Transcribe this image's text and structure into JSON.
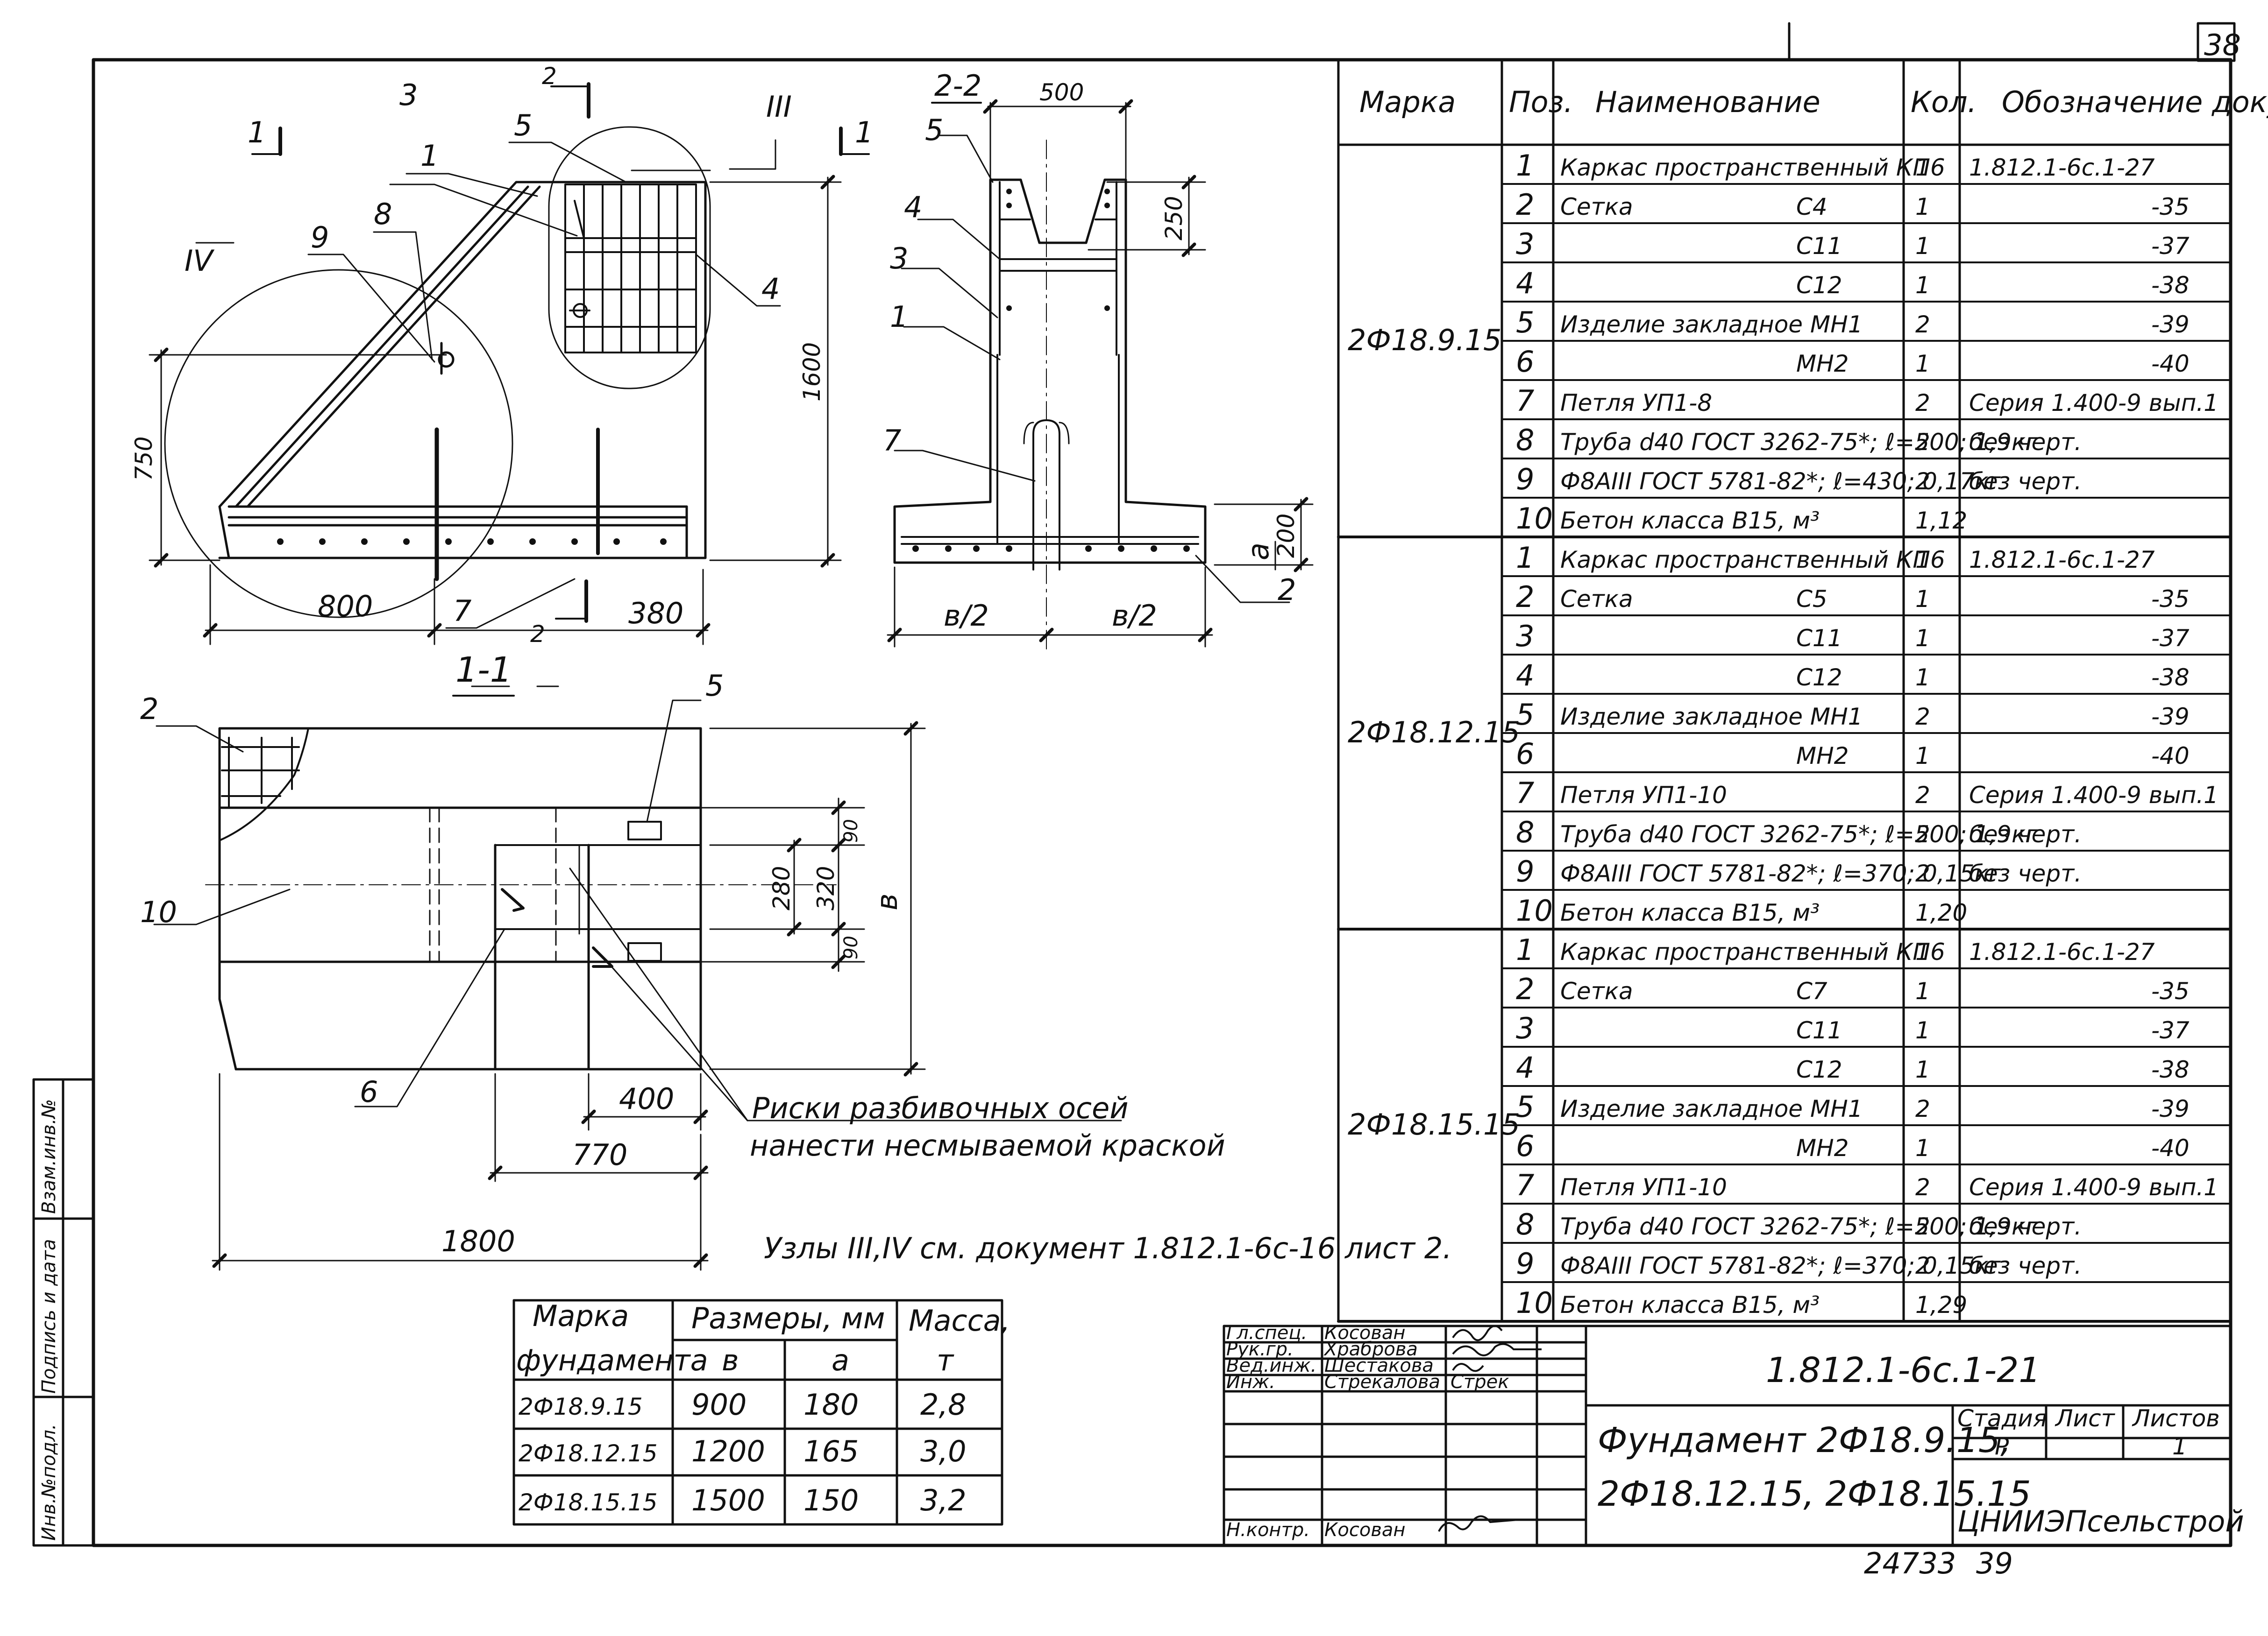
{
  "sheet_number": "38",
  "drawing_page": {
    "archive_no": "24733",
    "page": "39"
  },
  "side_stamp": [
    "Инв.№подл.",
    "Подпись и дата",
    "Взам.инв.№"
  ],
  "views": {
    "section_1_1": {
      "title": "1-1",
      "cut_labels": [
        "1",
        "1"
      ],
      "cut2_labels": [
        "2",
        "2"
      ],
      "node_labels": [
        "III",
        "IV"
      ],
      "positions": [
        "3",
        "5",
        "1",
        "9",
        "8",
        "4",
        "7"
      ],
      "dims": {
        "height": "1600",
        "sub_height": "750",
        "left_width": "800",
        "right_width": "380"
      }
    },
    "section_2_2": {
      "title": "2-2",
      "positions": [
        "5",
        "4",
        "3",
        "1",
        "7",
        "2"
      ],
      "dims": {
        "top_width": "500",
        "top_height": "250",
        "base_height": "200",
        "base_a": "a",
        "half_left": "в/2",
        "half_right": "в/2"
      }
    },
    "plan": {
      "positions": [
        "2",
        "5",
        "10",
        "6"
      ],
      "dims": {
        "top": "90",
        "mid": "280",
        "mid_total": "320",
        "bottom": "90",
        "width_b": "в",
        "d400": "400",
        "d770": "770",
        "d1800": "1800"
      },
      "note_lines": [
        "Риски разбивочных осей",
        "нанести несмываемой краской"
      ]
    },
    "nodes_note": "Узлы III,IV см. документ 1.812.1-6с-16 лист 2."
  },
  "spec_table": {
    "headers": [
      "Марка",
      "Поз.",
      "Наименование",
      "Кол.",
      "Обозначение документа"
    ],
    "groups": [
      {
        "mark": "2Ф18.9.15",
        "rows": [
          {
            "pos": "1",
            "name": "Каркас пространственный КП6",
            "qty": "1",
            "doc": "1.812.1-6с.1-27"
          },
          {
            "pos": "2",
            "name": "Сетка",
            "sub": "С4",
            "qty": "1",
            "doc": "-35"
          },
          {
            "pos": "3",
            "name": "",
            "sub": "С11",
            "qty": "1",
            "doc": "-37"
          },
          {
            "pos": "4",
            "name": "",
            "sub": "С12",
            "qty": "1",
            "doc": "-38"
          },
          {
            "pos": "5",
            "name": "Изделие закладное МН1",
            "qty": "2",
            "doc": "-39"
          },
          {
            "pos": "6",
            "name": "",
            "sub": "МН2",
            "qty": "1",
            "doc": "-40"
          },
          {
            "pos": "7",
            "name": "Петля УП1-8",
            "qty": "2",
            "doc": "Серия 1.400-9 вып.1"
          },
          {
            "pos": "8",
            "name": "Труба d40 ГОСТ 3262-75*; ℓ=500; 1,9кг",
            "qty": "2",
            "doc": "без черт."
          },
          {
            "pos": "9",
            "name": "Ф8АIII ГОСТ 5781-82*; ℓ=430; 0,17кг",
            "qty": "2",
            "doc": "без черт."
          },
          {
            "pos": "10",
            "name": "Бетон класса В15, м³",
            "qty": "1,12",
            "doc": ""
          }
        ]
      },
      {
        "mark": "2Ф18.12.15",
        "rows": [
          {
            "pos": "1",
            "name": "Каркас пространственный КП6",
            "qty": "1",
            "doc": "1.812.1-6с.1-27"
          },
          {
            "pos": "2",
            "name": "Сетка",
            "sub": "С5",
            "qty": "1",
            "doc": "-35"
          },
          {
            "pos": "3",
            "name": "",
            "sub": "С11",
            "qty": "1",
            "doc": "-37"
          },
          {
            "pos": "4",
            "name": "",
            "sub": "С12",
            "qty": "1",
            "doc": "-38"
          },
          {
            "pos": "5",
            "name": "Изделие закладное МН1",
            "qty": "2",
            "doc": "-39"
          },
          {
            "pos": "6",
            "name": "",
            "sub": "МН2",
            "qty": "1",
            "doc": "-40"
          },
          {
            "pos": "7",
            "name": "Петля УП1-10",
            "qty": "2",
            "doc": "Серия 1.400-9 вып.1"
          },
          {
            "pos": "8",
            "name": "Труба d40 ГОСТ 3262-75*; ℓ=500; 1,9кг",
            "qty": "2",
            "doc": "без черт."
          },
          {
            "pos": "9",
            "name": "Ф8АIII ГОСТ 5781-82*; ℓ=370; 0,15кг",
            "qty": "2",
            "doc": "без черт."
          },
          {
            "pos": "10",
            "name": "Бетон класса В15, м³",
            "qty": "1,20",
            "doc": ""
          }
        ]
      },
      {
        "mark": "2Ф18.15.15",
        "rows": [
          {
            "pos": "1",
            "name": "Каркас пространственный КП6",
            "qty": "1",
            "doc": "1.812.1-6с.1-27"
          },
          {
            "pos": "2",
            "name": "Сетка",
            "sub": "С7",
            "qty": "1",
            "doc": "-35"
          },
          {
            "pos": "3",
            "name": "",
            "sub": "С11",
            "qty": "1",
            "doc": "-37"
          },
          {
            "pos": "4",
            "name": "",
            "sub": "С12",
            "qty": "1",
            "doc": "-38"
          },
          {
            "pos": "5",
            "name": "Изделие закладное МН1",
            "qty": "2",
            "doc": "-39"
          },
          {
            "pos": "6",
            "name": "",
            "sub": "МН2",
            "qty": "1",
            "doc": "-40"
          },
          {
            "pos": "7",
            "name": "Петля УП1-10",
            "qty": "2",
            "doc": "Серия 1.400-9 вып.1"
          },
          {
            "pos": "8",
            "name": "Труба d40 ГОСТ 3262-75*; ℓ=500; 1,9кг",
            "qty": "2",
            "doc": "без черт."
          },
          {
            "pos": "9",
            "name": "Ф8АIII ГОСТ 5781-82*; ℓ=370; 0,15кг",
            "qty": "2",
            "doc": "без черт."
          },
          {
            "pos": "10",
            "name": "Бетон класса В15, м³",
            "qty": "1,29",
            "doc": ""
          }
        ]
      }
    ]
  },
  "size_table": {
    "headers": {
      "mark": "Марка фундамента",
      "sizes": "Размеры, мм",
      "b": "в",
      "a": "a",
      "mass": "Масса, т"
    },
    "rows": [
      {
        "mark": "2Ф18.9.15",
        "b": "900",
        "a": "180",
        "mass": "2,8"
      },
      {
        "mark": "2Ф18.12.15",
        "b": "1200",
        "a": "165",
        "mass": "3,0"
      },
      {
        "mark": "2Ф18.15.15",
        "b": "1500",
        "a": "150",
        "mass": "3,2"
      }
    ]
  },
  "title_block": {
    "signers": [
      {
        "role": "Гл.спец.",
        "name": "Косован"
      },
      {
        "role": "Рук.гр.",
        "name": "Храброва"
      },
      {
        "role": "Вед.инж.",
        "name": "Шестакова"
      },
      {
        "role": "Инж.",
        "name": "Стрекалова",
        "sign": "Стрек"
      },
      {
        "role": "Н.контр.",
        "name": "Косован"
      }
    ],
    "doc_code": "1.812.1-6с.1-21",
    "title_lines": [
      "Фундамент 2Ф18.9.15,",
      "2Ф18.12.15, 2Ф18.15.15"
    ],
    "stage_head": {
      "stage": "Стадия",
      "sheet": "Лист",
      "sheets": "Листов"
    },
    "stage_vals": {
      "stage": "Р",
      "sheet": "",
      "sheets": "1"
    },
    "org": "ЦНИИЭПсельстрой"
  }
}
